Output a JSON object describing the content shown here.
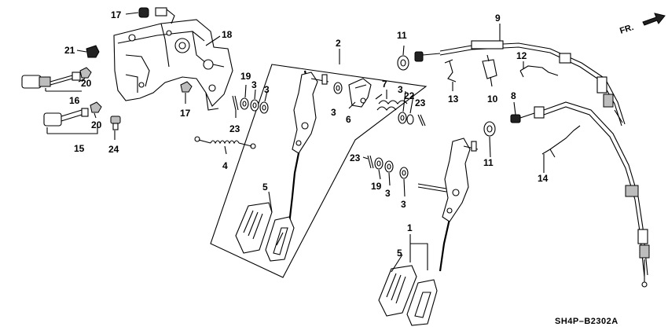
{
  "direction_label": "FR.",
  "diagram_code": "SH4P–B2302A",
  "callouts": {
    "n1": "1",
    "n2": "2",
    "n3a": "3",
    "n3b": "3",
    "n3c": "3",
    "n3d": "3",
    "n3e": "3",
    "n3f": "3",
    "n4": "4",
    "n5a": "5",
    "n5b": "5",
    "n6": "6",
    "n7": "7",
    "n8": "8",
    "n9": "9",
    "n10": "10",
    "n11a": "11",
    "n11b": "11",
    "n12": "12",
    "n13": "13",
    "n14": "14",
    "n15": "15",
    "n16": "16",
    "n17a": "17",
    "n17b": "17",
    "n18": "18",
    "n19a": "19",
    "n19b": "19",
    "n20a": "20",
    "n20b": "20",
    "n21": "21",
    "n22": "22",
    "n23a": "23",
    "n23b": "23",
    "n23c": "23",
    "n24": "24"
  }
}
